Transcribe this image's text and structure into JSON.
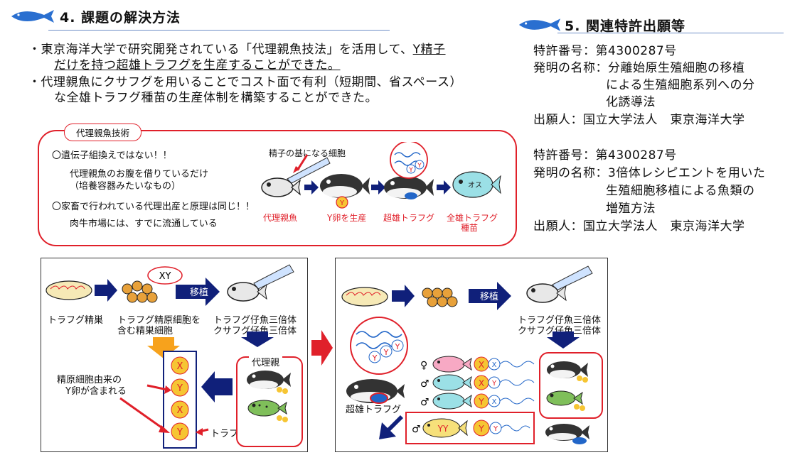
{
  "section4": {
    "title": "4. 課題の解決方法",
    "bullet1_line1_pre": "・東京海洋大学で研究開発されている「代理親魚技法」を活用して、",
    "bullet1_line1_u": "Y精子",
    "bullet1_line2_u": "だけを持つ超雄トラフグを生産することができた。",
    "bullet2_line1": "・代理親魚にクサフグを用いることでコスト面で有利（短期間、省スペース）",
    "bullet2_line2": "な全雄トラフグ種苗の生産体制を構築することができた。"
  },
  "section5": {
    "title": "5. 関連特許出願等",
    "patents": [
      {
        "number": "特許番号：第4300287号",
        "name_lines": [
          "発明の名称：分離始原生殖細胞の移植",
          "による生殖細胞系列への分",
          "化誘導法"
        ],
        "applicant": "出願人：国立大学法人　東京海洋大学"
      },
      {
        "number": "特許番号：第4300287号",
        "name_lines": [
          "発明の名称：3倍体レシピエントを用いた",
          "生殖細胞移植による魚類の",
          "増殖方法"
        ],
        "applicant": "出願人：国立大学法人　東京海洋大学"
      }
    ]
  },
  "tech": {
    "label": "代理親魚技術",
    "point1": "〇遺伝子組換えではない！！",
    "point1_sub1": "代理親魚のお腹を借りているだけ",
    "point1_sub2": "（培養容器みたいなもの）",
    "point2": "〇家畜で行われている代理出産と原理は同じ！！",
    "point2_sub": "肉牛市場には、すでに流通している",
    "cell_label": "精子の基になる細胞",
    "stage1": "代理親魚",
    "stage2": "Y卵を生産",
    "stage3": "超雄トラフグ",
    "stage4_line1": "全雄トラフグ",
    "stage4_line2": "種苗",
    "male_label": "オス",
    "y": "Y"
  },
  "left_panel": {
    "testis": "トラフグ精巣",
    "cells_line1": "トラフグ精原細胞を",
    "cells_line2": "含む精巣細胞",
    "xy": "XY",
    "transplant": "移植",
    "recipient_line1": "トラフグ仔魚三倍体",
    "recipient_line2": "クサフグ仔魚三倍体",
    "surrogate": "代理親",
    "y_eggs_line1": "精原細胞由来の",
    "y_eggs_line2": "Y卵が含まれる",
    "only_eggs": "トラフグ卵のみを生産",
    "eggs": [
      "X",
      "Y",
      "X",
      "Y"
    ]
  },
  "right_panel": {
    "transplant": "移植",
    "recipient_line1": "トラフグ仔魚三倍体",
    "recipient_line2": "クサフグ仔魚三倍体",
    "supermale": "超雄トラフグ",
    "female": "♀",
    "male": "♂",
    "rows": [
      {
        "sex": "♀",
        "egg": "X",
        "sperm": "X"
      },
      {
        "sex": "♂",
        "egg": "X",
        "sperm": "Y"
      },
      {
        "sex": "♂",
        "egg": "Y",
        "sperm": "X"
      },
      {
        "sex": "♂",
        "egg": "Y",
        "sperm": "Y",
        "fish": "YY"
      }
    ]
  },
  "colors": {
    "accent_red": "#e0202a",
    "navy": "#10207a",
    "fish_blue": "#2266c8",
    "egg_yellow": "#f6c533"
  }
}
